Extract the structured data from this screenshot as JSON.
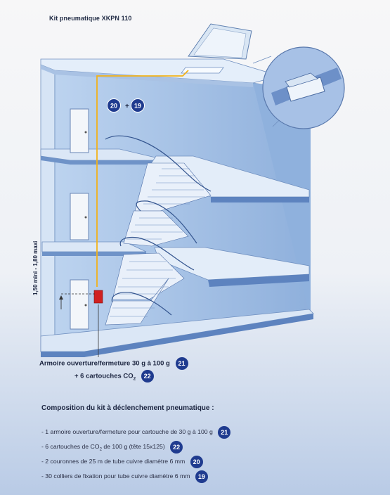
{
  "title": "Kit pneumatique XKPN 110",
  "labels": {
    "pipe_label_text": "20 + 19",
    "pipe_badge_a": "20",
    "pipe_badge_b": "19",
    "height_label": "1,50 mini - 1,80 maxi"
  },
  "caption": {
    "line1": "Armoire ouverture/fermeture 30 g à 100 g",
    "line1_badge": "21",
    "line2_prefix": "+ 6 cartouches CO",
    "line2_sub": "2",
    "line2_badge": "22"
  },
  "composition": {
    "title": "Composition du kit à déclenchement pneumatique :",
    "items": [
      {
        "text": "- 1 armoire ouverture/fermeture pour cartouche de 30 g à 100 g",
        "badge": "21"
      },
      {
        "text_a": "- 6 cartouches de CO",
        "sub": "2",
        "text_b": " de 100 g (tête 15x125)",
        "badge": "22"
      },
      {
        "text": "- 2 couronnes de 25 m de tube cuivre diamètre 6 mm",
        "badge": "20"
      },
      {
        "text": "- 30 colliers de fixation pour tube cuivre diamètre 6 mm",
        "badge": "19"
      }
    ]
  },
  "colors": {
    "badge": "#1f3b8f",
    "pipe": "#f2b21a",
    "cabinet": "#d02020",
    "wall": "#9bbce3"
  }
}
